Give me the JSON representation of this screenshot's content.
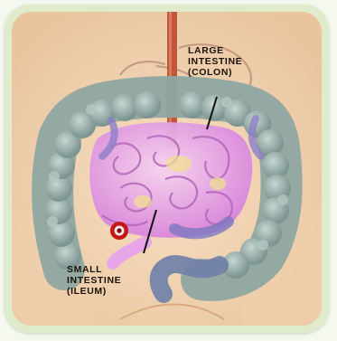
{
  "diagram": {
    "labels": {
      "large_intestine": [
        "LARGE",
        "INTESTINE",
        "(COLON)"
      ],
      "small_intestine": [
        "SMALL",
        "INTESTINE",
        "(ILEUM)"
      ]
    },
    "colors": {
      "background_skin": "#f2d6b4",
      "large_intestine": "#8fa6a2",
      "small_intestine": "#e6a6e8",
      "esophagus": "#c0573a",
      "marker": "#c21818",
      "frame": "#dfeccb"
    }
  }
}
